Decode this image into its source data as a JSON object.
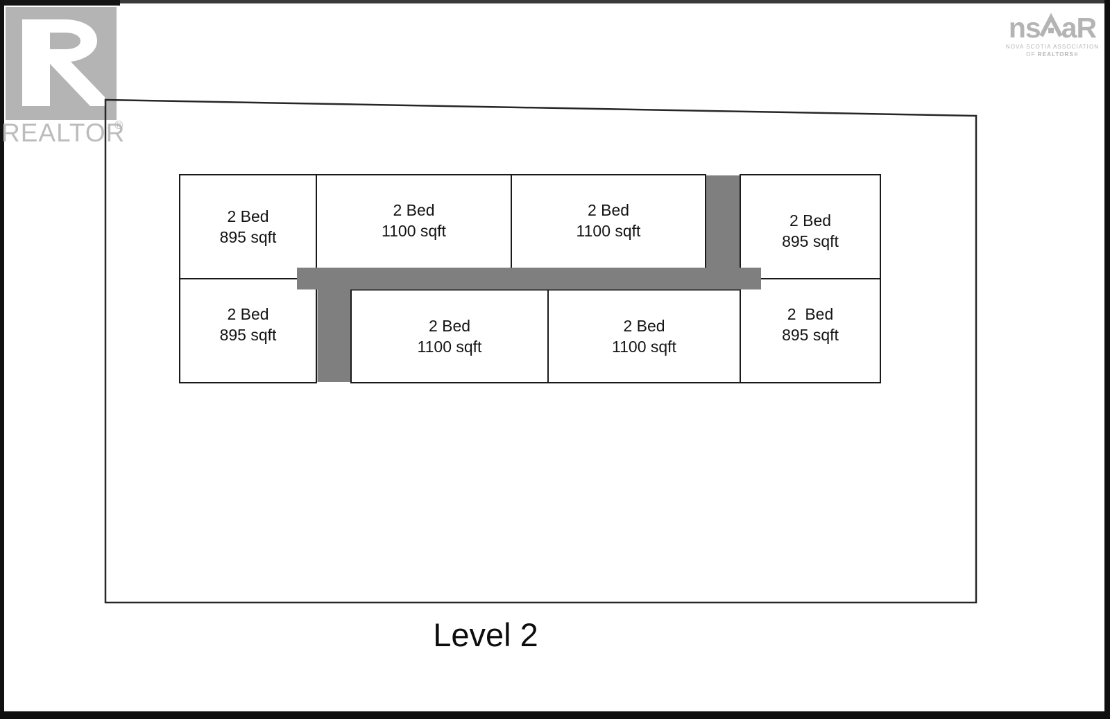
{
  "branding": {
    "realtor_logo": {
      "letter": "R",
      "wordmark": "REALTOR",
      "registered": "®"
    },
    "nsar_logo": {
      "prefix": "ns",
      "suffix": "aR",
      "tagline_line1": "NOVA SCOTIA ASSOCIATION",
      "tagline_line2_prefix": "OF ",
      "tagline_line2_bold": "REALTORS",
      "tagline_registered": "®"
    }
  },
  "plan": {
    "level_label": "Level 2",
    "units": [
      {
        "line1": "2 Bed",
        "line2": "895 sqft"
      },
      {
        "line1": "2 Bed",
        "line2": "1100 sqft"
      },
      {
        "line1": "2 Bed",
        "line2": "1100 sqft"
      },
      {
        "line1": "2 Bed",
        "line2": "895 sqft"
      },
      {
        "line1": "2 Bed",
        "line2": "895 sqft"
      },
      {
        "line1": "2 Bed",
        "line2": "1100 sqft"
      },
      {
        "line1": "2 Bed",
        "line2": "1100 sqft"
      },
      {
        "line1": "2  Bed",
        "line2": "895 sqft"
      }
    ]
  },
  "colors": {
    "corridor_gray": "#7f7f7f",
    "logo_gray": "#b4b4b4",
    "outline_dark": "#262626",
    "unit_border": "#1a1a1a",
    "unit_fill": "#ffffff"
  }
}
